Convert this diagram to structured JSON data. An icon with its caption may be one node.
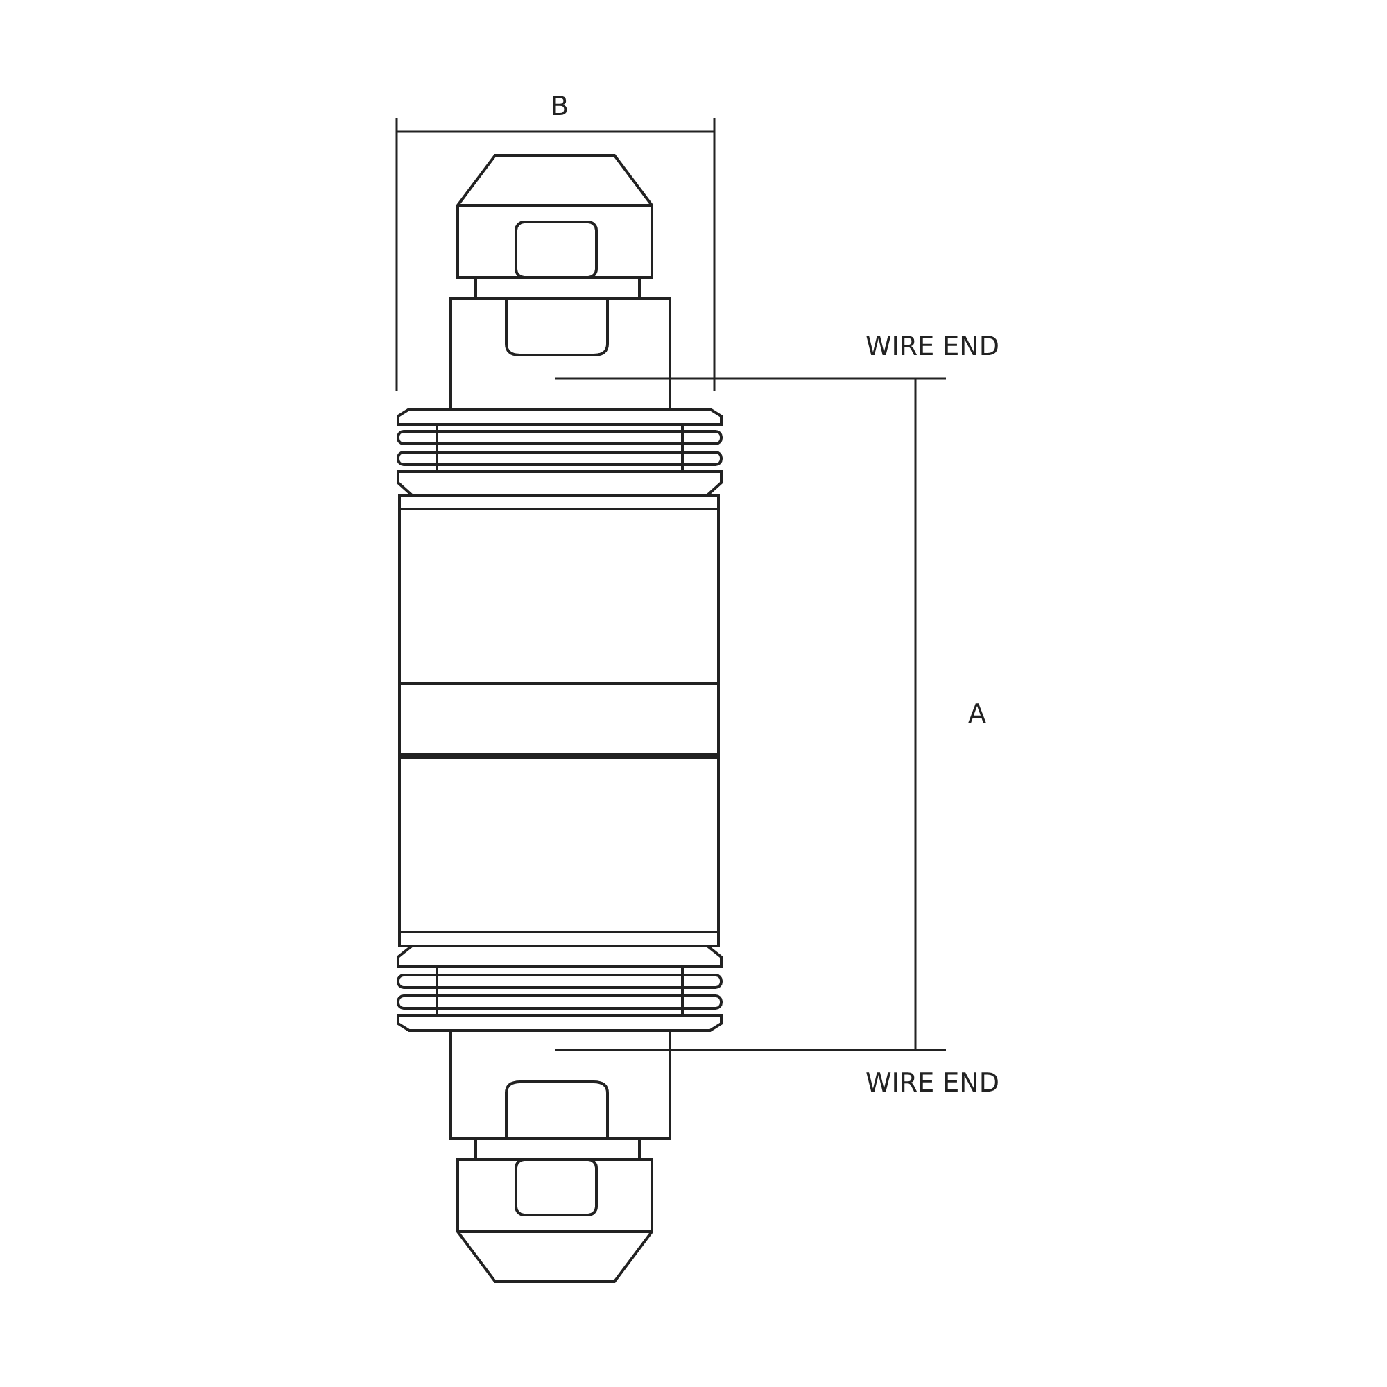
{
  "diagram": {
    "labels": [
      "B",
      "WIRE END",
      "A",
      "WIRE END"
    ]
  }
}
